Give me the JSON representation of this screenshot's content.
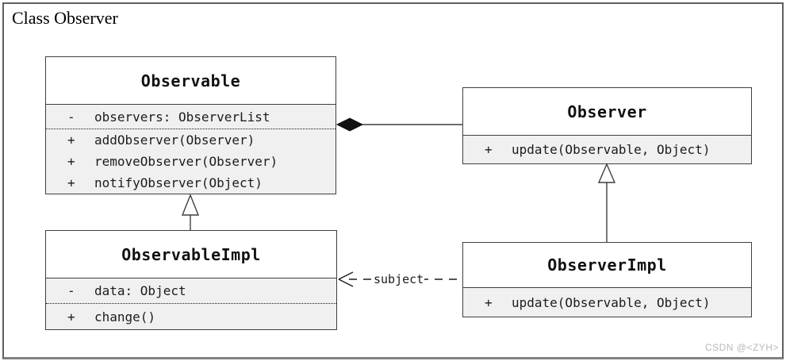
{
  "title": "Class Observer",
  "watermark": "CSDN @<ZYH>",
  "colors": {
    "box_border": "#3f3f3f",
    "header_fill": "#ffffff",
    "body_fill": "#f0f0f0",
    "text": "#1c1c1c",
    "composition_diamond": "#111111",
    "frame_border": "#5f5f5f",
    "watermark": "#b9b9b9"
  },
  "classes": [
    {
      "name": "Observable",
      "attributes": [
        {
          "visibility": "-",
          "text": "observers: ObserverList"
        }
      ],
      "methods": [
        {
          "visibility": "+",
          "text": "addObserver(Observer)"
        },
        {
          "visibility": "+",
          "text": "removeObserver(Observer)"
        },
        {
          "visibility": "+",
          "text": "notifyObserver(Object)"
        }
      ]
    },
    {
      "name": "Observer",
      "attributes": [],
      "methods": [
        {
          "visibility": "+",
          "text": "update(Observable, Object)"
        }
      ]
    },
    {
      "name": "ObservableImpl",
      "attributes": [
        {
          "visibility": "-",
          "text": "data: Object"
        }
      ],
      "methods": [
        {
          "visibility": "+",
          "text": "change()"
        }
      ]
    },
    {
      "name": "ObserverImpl",
      "attributes": [],
      "methods": [
        {
          "visibility": "+",
          "text": "update(Observable, Object)"
        }
      ]
    }
  ],
  "relationships": [
    {
      "type": "composition",
      "from": "Observable",
      "to": "Observer",
      "label": ""
    },
    {
      "type": "generalization",
      "from": "ObservableImpl",
      "to": "Observable",
      "label": ""
    },
    {
      "type": "generalization",
      "from": "ObserverImpl",
      "to": "Observer",
      "label": ""
    },
    {
      "type": "dependency",
      "from": "ObserverImpl",
      "to": "ObservableImpl",
      "label": "subject"
    }
  ]
}
